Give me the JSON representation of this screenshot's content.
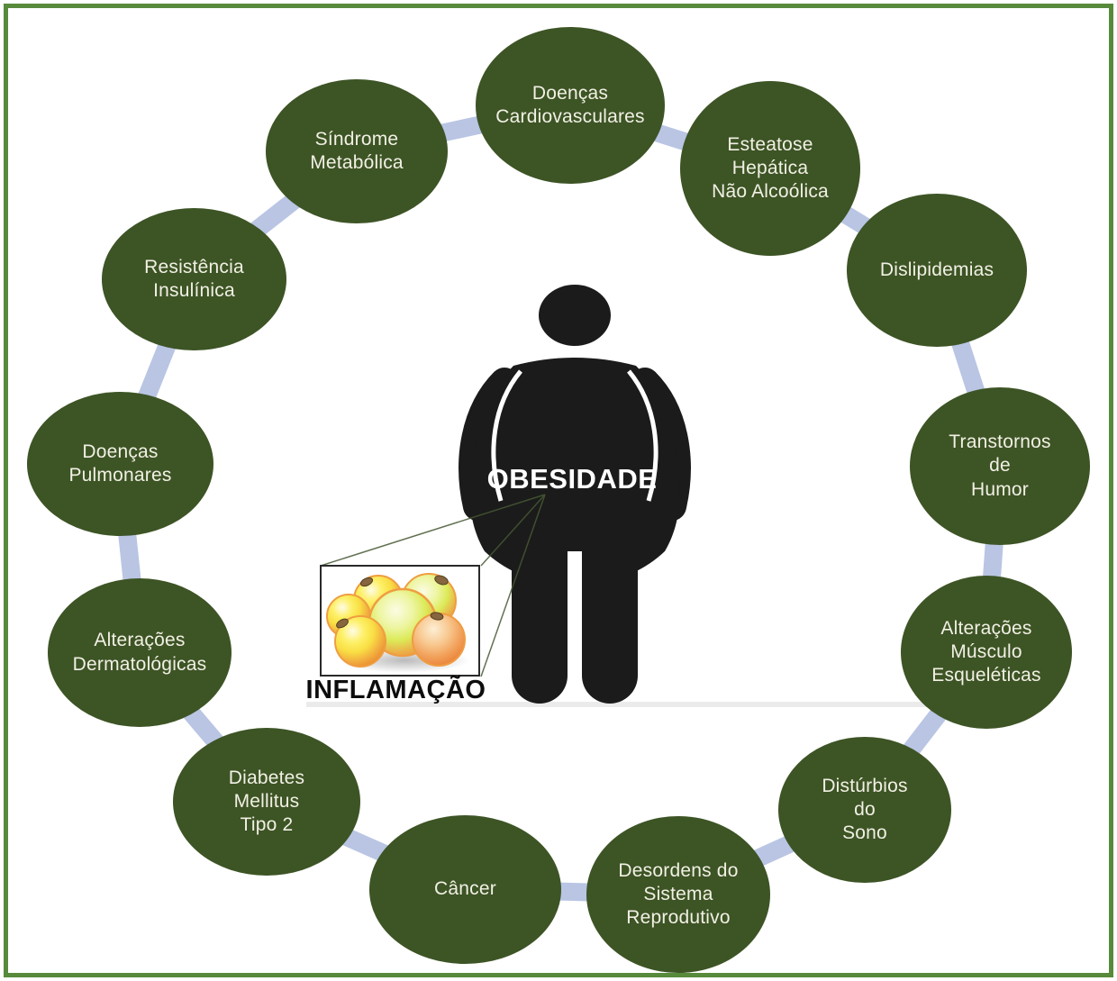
{
  "figure": {
    "center_label": "OBESIDADE",
    "callout_label": "INFLAMAÇÃO"
  },
  "nodes": [
    {
      "id": "doencas-cardiovasculares",
      "label": "Doenças\nCardiovasculares"
    },
    {
      "id": "esteatose-hepatica-nao-alcoolica",
      "label": "Esteatose\nHepática\nNão Alcoólica"
    },
    {
      "id": "dislipidemias",
      "label": "Dislipidemias"
    },
    {
      "id": "transtornos-de-humor",
      "label": "Transtornos\nde\nHumor"
    },
    {
      "id": "alteracoes-musculo-esqueleticas",
      "label": "Alterações\nMúsculo\nEsqueléticas"
    },
    {
      "id": "disturbios-do-sono",
      "label": "Distúrbios\ndo\nSono"
    },
    {
      "id": "desordens-do-sistema-reprodutivo",
      "label": "Desordens do\nSistema\nReprodutivo"
    },
    {
      "id": "cancer",
      "label": "Câncer"
    },
    {
      "id": "diabetes-mellitus-tipo-2",
      "label": "Diabetes\nMellitus\nTipo 2"
    },
    {
      "id": "alteracoes-dermatologicas",
      "label": "Alterações\nDermatológicas"
    },
    {
      "id": "doencas-pulmonares",
      "label": "Doenças\nPulmonares"
    },
    {
      "id": "resistencia-insulinica",
      "label": "Resistência\nInsulínica"
    },
    {
      "id": "sindrome-metabolica",
      "label": "Síndrome\nMetabólica"
    }
  ],
  "colors": {
    "node_fill": "#3D5425",
    "node_text": "#F1F0E4",
    "connector": "#B9C5E3",
    "frame_border": "#588A3C",
    "silhouette": "#1B1B1B",
    "callout_line": "#46593366"
  }
}
